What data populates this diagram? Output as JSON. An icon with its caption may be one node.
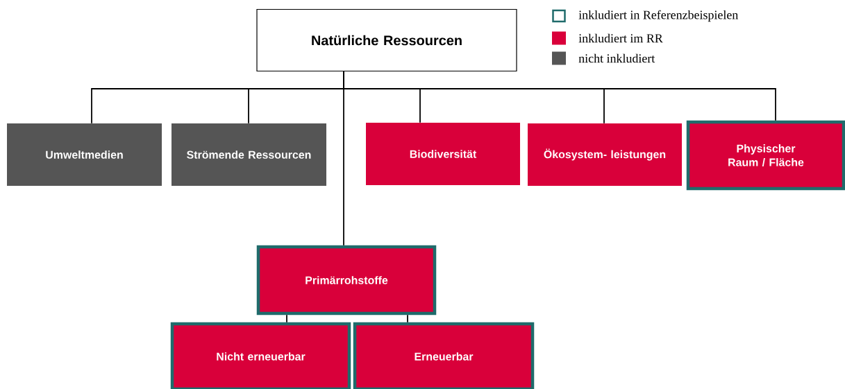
{
  "diagram": {
    "nodes": [
      {
        "text": [
          "Natürliche Ressourcen"
        ]
      },
      {
        "text": [
          "Umweltmedien"
        ]
      },
      {
        "text": [
          "Strömende Ressourcen"
        ]
      },
      {
        "text": [
          "Biodiversität"
        ]
      },
      {
        "text": [
          "Ökosystem- leistungen"
        ]
      },
      {
        "text": [
          "Physischer Raum / Fläche"
        ]
      },
      {
        "text": [
          "Primärrohstoffe"
        ]
      },
      {
        "text": [
          "Nicht erneuerbar"
        ]
      },
      {
        "text": [
          "Erneuerbar"
        ]
      }
    ],
    "edges": [
      {
        "from": 0,
        "to": 1,
        "arrow": "none"
      },
      {
        "from": 0,
        "to": 2,
        "arrow": "none"
      },
      {
        "from": 0,
        "to": 3,
        "arrow": "none"
      },
      {
        "from": 0,
        "to": 4,
        "arrow": "none"
      },
      {
        "from": 0,
        "to": 5,
        "arrow": "none"
      },
      {
        "from": 0,
        "to": 6,
        "arrow": "none"
      },
      {
        "from": 6,
        "to": 7,
        "arrow": "none"
      },
      {
        "from": 6,
        "to": 8,
        "arrow": "none"
      }
    ],
    "legend": [
      {
        "text": "inkludiert in Referenzbeispielen"
      },
      {
        "text": "inkludiert im RR",
        "color": "#d9003a"
      },
      {
        "text": "nicht inkludiert",
        "color": "#555555"
      }
    ]
  }
}
